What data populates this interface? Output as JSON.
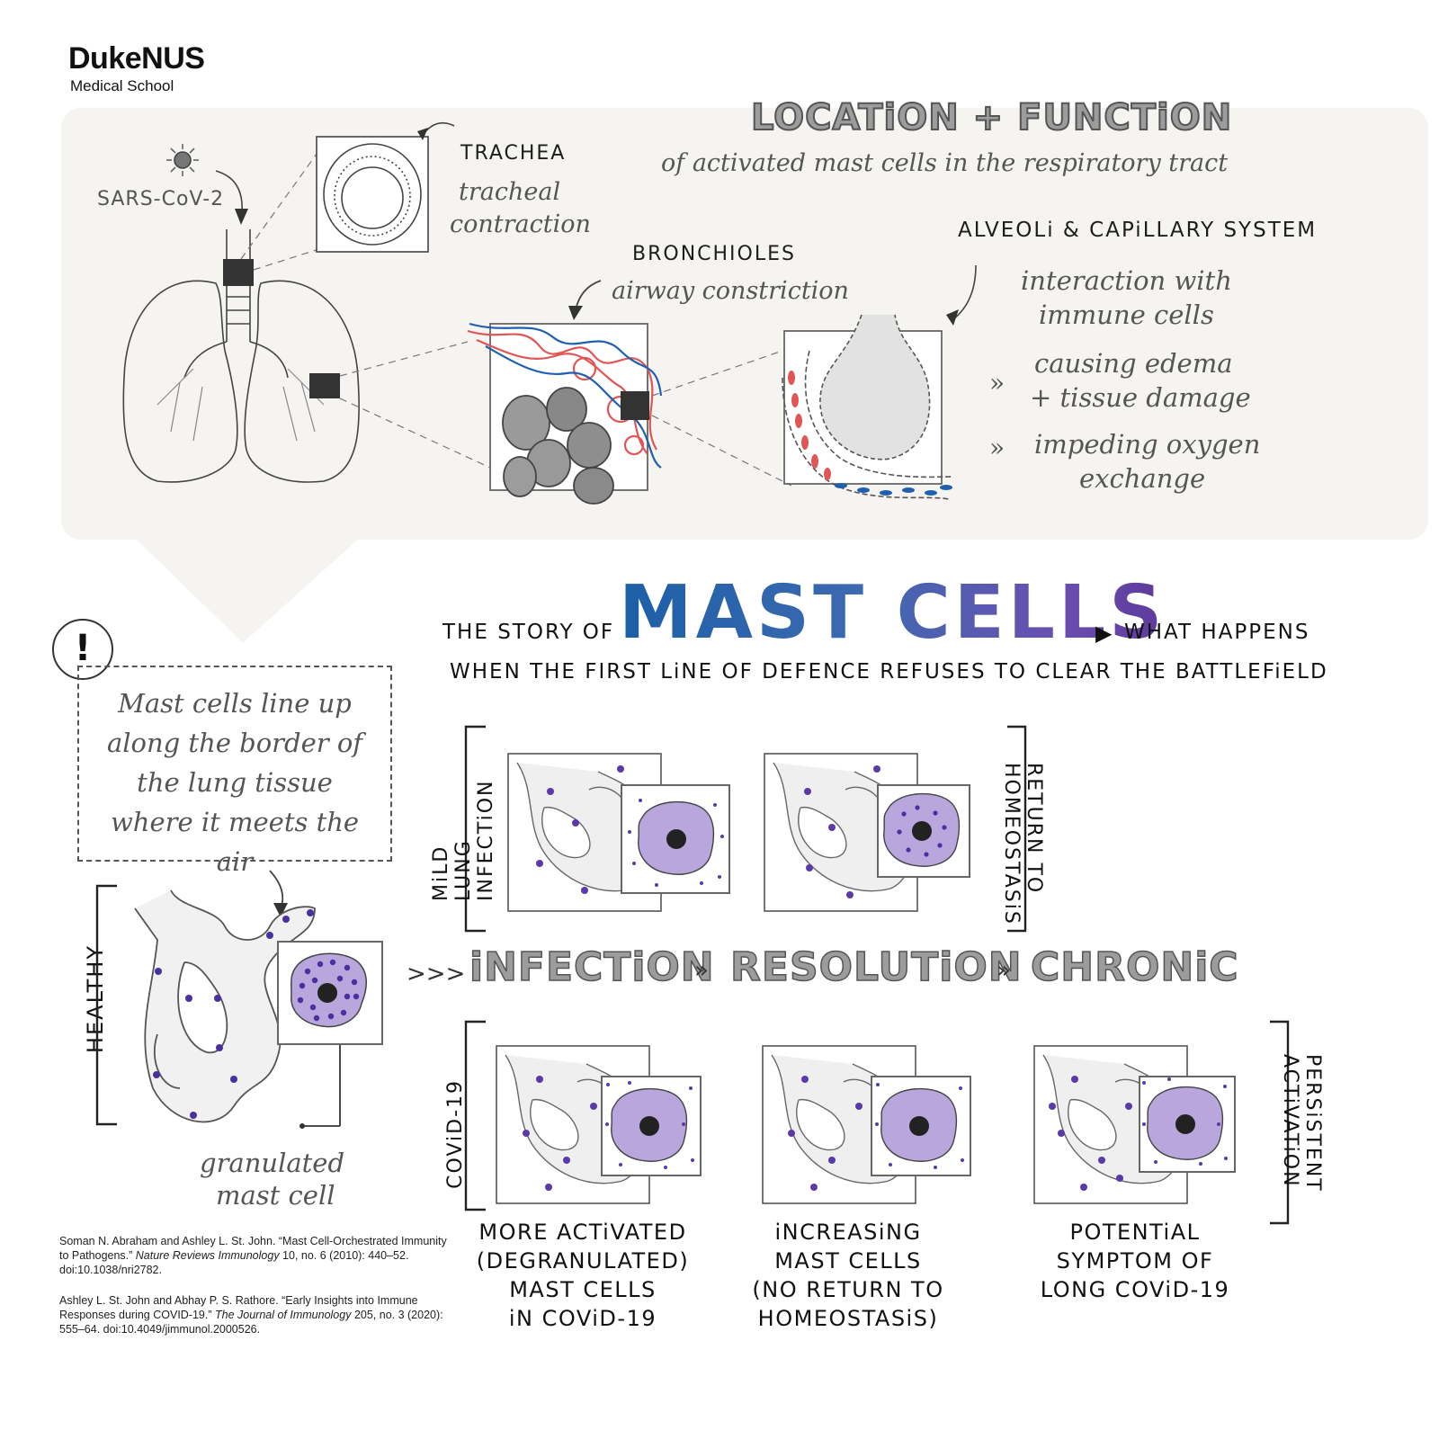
{
  "logo": {
    "name": "DukeNUS",
    "subtitle": "Medical School"
  },
  "header": {
    "title": "LOCATiON + FUNCTiON",
    "subtitle": "of activated mast cells in the respiratory tract"
  },
  "respiratory": {
    "virus_label": "SARS-CoV-2",
    "trachea": {
      "title": "TRACHEA",
      "note_line1": "tracheal",
      "note_line2": "contraction"
    },
    "bronchioles": {
      "title": "BRONCHIOLES",
      "note": "airway constriction"
    },
    "alveoli": {
      "title": "ALVEOLi & CAPiLLARY SYSTEM",
      "line1": "interaction with",
      "line2": "immune cells",
      "bullet_mark": "»",
      "line3": "causing edema",
      "line4": "+ tissue damage",
      "line5": "impeding oxygen",
      "line6": "exchange"
    }
  },
  "story": {
    "prefix": "THE STORY OF",
    "highlight": "MAST CELLS",
    "arrow": "▶",
    "suffix": "WHAT HAPPENS",
    "line2": "WHEN THE FIRST LiNE OF DEFENCE REFUSES TO CLEAR THE BATTLEFiELD"
  },
  "note": {
    "alert_symbol": "!",
    "text": "Mast cells line up along the border of the lung tissue where it meets the air"
  },
  "stages": {
    "lead": ">>>",
    "sep": "»",
    "infection": "iNFECTiON",
    "resolution": "RESOLUTiON",
    "chronic": "CHRONiC"
  },
  "side_labels": {
    "healthy": "HEALTHY",
    "mild": "MiLD LUNG INFECTiON",
    "return": "RETURN TO HOMEOSTASiS",
    "covid": "COViD-19",
    "persistent": "PERSiSTENT ACTiVATiON"
  },
  "granulated_label": {
    "line1": "granulated",
    "line2": "mast cell"
  },
  "captions": {
    "c1": [
      "MORE ACTiVATED",
      "(DEGRANULATED)",
      "MAST CELLS",
      "iN COViD-19"
    ],
    "c2": [
      "iNCREASiNG",
      "MAST CELLS",
      "(NO RETURN TO",
      "HOMEOSTASiS)"
    ],
    "c3": [
      "POTENTiAL",
      "SYMPTOM OF",
      "LONG COViD-19"
    ]
  },
  "references": {
    "r1_pre": "Soman N. Abraham and Ashley L. St. John. “Mast Cell-Orchestrated Immunity to Pathogens.” ",
    "r1_journal": "Nature Reviews Immunology",
    "r1_post": " 10, no. 6 (2010): 440–52. doi:10.1038/nri2782.",
    "r2_pre": "Ashley L. St. John and Abhay P. S. Rathore. “Early Insights into Immune Responses during COVID-19.” ",
    "r2_journal": "The Journal of Immunology",
    "r2_post": " 205, no. 3 (2020): 555–64. doi:10.4049/jimmunol.2000526."
  },
  "colors": {
    "mast_blue": "#1c5fa8",
    "mast_purple": "#5e3a9c",
    "cell_fill": "#b8a6dc",
    "granule": "#4a2fa0",
    "vessel_red": "#e05555",
    "vessel_blue": "#1f5fb0",
    "bubble_bg": "#f5f4f1"
  }
}
